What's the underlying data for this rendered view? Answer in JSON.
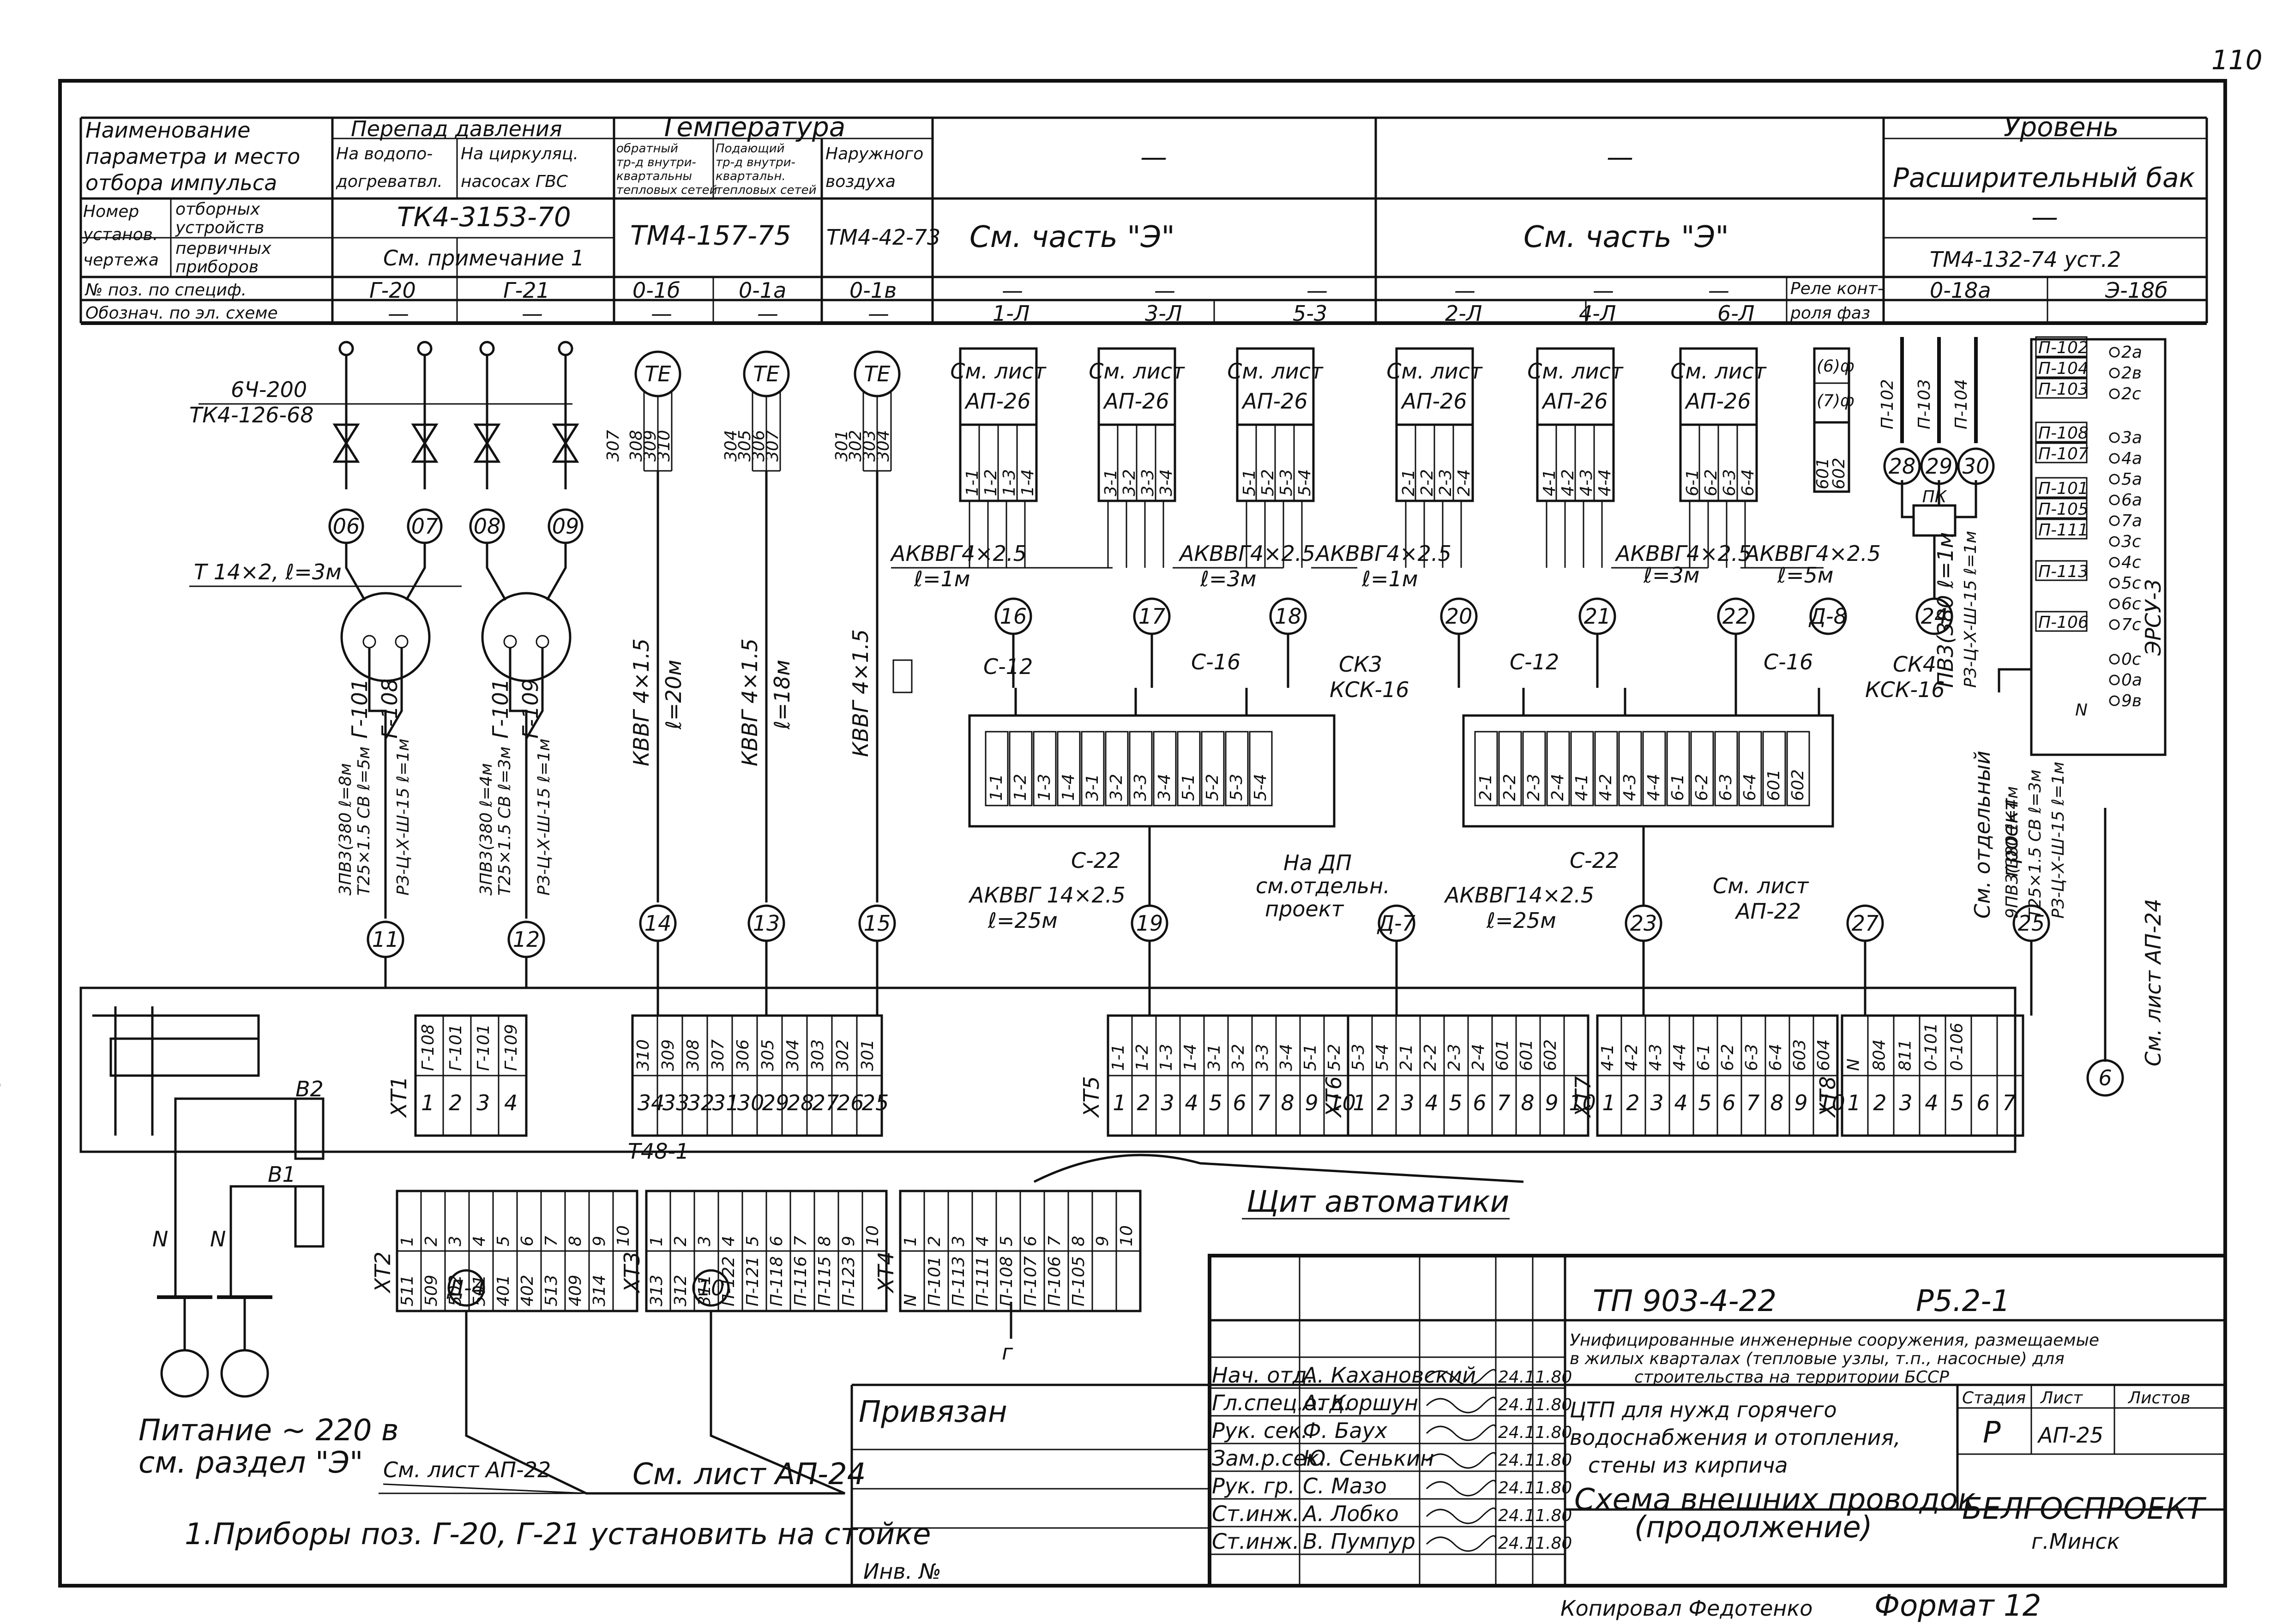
{
  "page_number": "110",
  "header": {
    "param": [
      "Наименование",
      "параметра и место",
      "отбора импульса"
    ],
    "install_drawing": [
      "Номер",
      "установ.",
      "чертежа"
    ],
    "sampling_devices": [
      "отборных",
      "устройств"
    ],
    "primary_devices": [
      "первичных",
      "приборов"
    ],
    "pos_spec": "№ поз. по специф.",
    "el_scheme": "Обознач. по эл. схеме",
    "pressure_drop": "Перепад давления",
    "at_heater": [
      "На водопо-",
      "догреватвл."
    ],
    "at_pumps": [
      "На циркуляц.",
      "насосах ГВС"
    ],
    "temperature": "Температура",
    "return_pipe": [
      "обратный",
      "тр-д внутри-",
      "квартальны",
      "тепловых сетей"
    ],
    "supply_pipe": [
      "Подающий",
      "тр-д внутри-",
      "квартальн.",
      "тепловых сетей"
    ],
    "outdoor": [
      "Наружного",
      "воздуха"
    ],
    "dash": "—",
    "level": "Уровень",
    "exp_tank": "Расширительный бак",
    "tk_3153": "ТК4-3153-70",
    "see_note": "См. примечание 1",
    "tm_157": "ТМ4-157-75",
    "tm_42": "ТМ4-42-73",
    "see_part_e": "См. часть \"Э\"",
    "tm_132": "ТМ4-132-74 уст.2",
    "pos": [
      "Г-20",
      "Г-21",
      "0-1б",
      "0-1а",
      "0-1в",
      "—",
      "—",
      "—",
      "—",
      "—",
      "—"
    ],
    "relay": [
      "Реле конт-",
      "роля фаз"
    ],
    "pos_level": [
      "0-18а",
      "Э-18б"
    ],
    "el": [
      "—",
      "—",
      "—",
      "—",
      "—",
      "1-Л",
      "3-Л",
      "5-3",
      "2-Л",
      "4-Л",
      "6-Л"
    ]
  },
  "diagram": {
    "c6_200": "6Ч-200",
    "tk_126": "ТК4-126-68",
    "t14": "Т 14×2, ℓ=3м",
    "valves": [
      "06",
      "07",
      "08",
      "09"
    ],
    "gauge_left": [
      "Г-101",
      "Г-108"
    ],
    "gauge_right": [
      "Г-101",
      "Г-109"
    ],
    "cable_11": [
      "3ПВ3(380 ℓ=8м",
      "Т25×1.5 СВ ℓ=5м",
      "РЗ-Ц-Х-Ш-15 ℓ=1м"
    ],
    "cable_12": [
      "3ПВ3(380 ℓ=4м",
      "Т25×1.5 СВ ℓ=3м",
      "РЗ-Ц-Х-Ш-15 ℓ=1м"
    ],
    "te": "ТЕ",
    "te_terms": [
      [
        "307",
        "308",
        "309",
        "310"
      ],
      [
        "304",
        "305",
        "306",
        "307"
      ],
      [
        "301",
        "302",
        "303",
        "304"
      ]
    ],
    "kvvg_14": [
      "КВВГ 4×1.5",
      "ℓ=20м"
    ],
    "kvvg_13": [
      "КВВГ 4×1.5",
      "ℓ=18м"
    ],
    "kvvg_15": "КВВГ 4×1.5",
    "see_sheet": "См. лист",
    "ap26": "АП-26",
    "box_terms": [
      [
        "1-1",
        "1-2",
        "1-3",
        "1-4"
      ],
      [
        "3-1",
        "3-2",
        "3-3",
        "3-4"
      ],
      [
        "5-1",
        "5-2",
        "5-3",
        "5-4"
      ],
      [
        "2-1",
        "2-2",
        "2-3",
        "2-4"
      ],
      [
        "4-1",
        "4-2",
        "4-3",
        "4-4"
      ],
      [
        "6-1",
        "6-2",
        "6-3",
        "6-4"
      ]
    ],
    "relay_box": [
      "(6)ф",
      "(7)ф",
      "601",
      "602"
    ],
    "akvvg_1": [
      "АКВВГ4×2.5",
      "ℓ=1м"
    ],
    "akvvg_2": [
      "АКВВГ4×2.5",
      "ℓ=3м"
    ],
    "akvvg_3": [
      "АКВВГ4×2.5",
      "ℓ=1м"
    ],
    "akvvg_4": [
      "АКВВГ4×2.5",
      "ℓ=3м"
    ],
    "akvvg_5": [
      "АКВВГ4×2.5",
      "ℓ=5м"
    ],
    "p_tags": [
      "П-102",
      "П-103",
      "П-104"
    ],
    "pk": "ПК",
    "c12": "С-12",
    "c16": "С-16",
    "c22": "С-22",
    "ck3": [
      "СК3",
      "КСК-16"
    ],
    "ck4": [
      "СК4",
      "КСК-16"
    ],
    "j_left": [
      "1-1",
      "1-2",
      "1-3",
      "1-4",
      "3-1",
      "3-2",
      "3-3",
      "3-4",
      "5-1",
      "5-2",
      "5-3",
      "5-4"
    ],
    "j_right": [
      "2-1",
      "2-2",
      "2-3",
      "2-4",
      "4-1",
      "4-2",
      "4-3",
      "4-4",
      "6-1",
      "6-2",
      "6-3",
      "6-4",
      "601",
      "602"
    ],
    "akvvg_19": [
      "АКВВГ 14×2.5",
      "ℓ=25м"
    ],
    "akvvg_23": [
      "АКВВГ14×2.5",
      "ℓ=25м"
    ],
    "dp_note": [
      "На ДП",
      "см.отдельн.",
      "проект"
    ],
    "see_ap22": [
      "См. лист",
      "АП-22"
    ],
    "see_sep": [
      "См. отдельный",
      "проект"
    ],
    "cable_25": [
      "9ПВ3(380 ℓ=4м",
      "Т25×1.5 СВ ℓ=3м",
      "РЗ-Ц-Х-Ш-15 ℓ=1м"
    ],
    "cable_24": [
      "ПВ3(380 ℓ=1м",
      "РЗ-Ц-Х-Ш-15 ℓ=1м"
    ],
    "see_ap24_v": "См. лист АП-24",
    "ersu": "ЭРСУ-3",
    "ersu_tags": [
      "П-102",
      "П-104",
      "П-103",
      "П-108",
      "П-107",
      "П-101",
      "П-105",
      "П-111",
      "П-113",
      "П-106"
    ],
    "ersu_terms": [
      "2а",
      "2в",
      "2с",
      "3а",
      "4а",
      "5а",
      "6а",
      "7а",
      "3с",
      "4с",
      "5с",
      "6с",
      "7с",
      "0с",
      "0а",
      "9в"
    ],
    "ersu_n": "N",
    "circle_nums": [
      "11",
      "12",
      "14",
      "13",
      "15",
      "16",
      "17",
      "18",
      "20",
      "21",
      "22",
      "Д-8",
      "24",
      "19",
      "Д-7",
      "23",
      "27",
      "25",
      "6",
      "Д-4",
      "10",
      "28",
      "29",
      "30"
    ]
  },
  "panel": {
    "title": "Щит автоматики",
    "xt1": {
      "name": "ХТ1",
      "top": [
        "Г-108",
        "Г-101",
        "Г-101",
        "Г-109"
      ],
      "nums": [
        "1",
        "2",
        "3",
        "4"
      ]
    },
    "t48": {
      "name": "Т48-1",
      "top": [
        "310",
        "309",
        "308",
        "307",
        "306",
        "305",
        "304",
        "303",
        "302",
        "301"
      ],
      "nums": [
        "34",
        "33",
        "32",
        "31",
        "30",
        "29",
        "28",
        "27",
        "26",
        "25"
      ]
    },
    "xt5": {
      "name": "ХТ5",
      "top": [
        "1-1",
        "1-2",
        "1-3",
        "1-4",
        "3-1",
        "3-2",
        "3-3",
        "3-4",
        "5-1",
        "5-2"
      ],
      "nums": [
        "1",
        "2",
        "3",
        "4",
        "5",
        "6",
        "7",
        "8",
        "9",
        "10"
      ]
    },
    "xt6": {
      "name": "ХТ6",
      "top": [
        "5-3",
        "5-4",
        "2-1",
        "2-2",
        "2-3",
        "2-4",
        "601",
        "601",
        "602"
      ],
      "nums": [
        "1",
        "2",
        "3",
        "4",
        "5",
        "6",
        "7",
        "8",
        "9",
        "10"
      ]
    },
    "xt7": {
      "name": "ХТ7",
      "top": [
        "4-1",
        "4-2",
        "4-3",
        "4-4",
        "6-1",
        "6-2",
        "6-3",
        "6-4",
        "603",
        "604"
      ],
      "nums": [
        "1",
        "2",
        "3",
        "4",
        "5",
        "6",
        "7",
        "8",
        "9",
        "10"
      ]
    },
    "xt8": {
      "name": "ХТ8",
      "top": [
        "N",
        "804",
        "811",
        "0-101",
        "0-106"
      ],
      "nums": [
        "1",
        "2",
        "3",
        "4",
        "5",
        "6",
        "7"
      ]
    },
    "xt2": {
      "name": "ХТ2",
      "top": [
        "1",
        "2",
        "3",
        "4",
        "5",
        "6",
        "7",
        "8",
        "9",
        "10"
      ],
      "bot": [
        "511",
        "509",
        "502",
        "501",
        "401",
        "402",
        "513",
        "409",
        "314"
      ]
    },
    "xt3": {
      "name": "ХТ3",
      "top": [
        "1",
        "2",
        "3",
        "4",
        "5",
        "6",
        "7",
        "8",
        "9",
        "10"
      ],
      "bot": [
        "313",
        "312",
        "311",
        "П-122",
        "П-121",
        "П-118",
        "П-116",
        "П-115",
        "П-123"
      ]
    },
    "xt4": {
      "name": "ХТ4",
      "top": [
        "1",
        "2",
        "3",
        "4",
        "5",
        "6",
        "7",
        "8",
        "9",
        "10"
      ],
      "bot": [
        "N",
        "П-101",
        "П-113",
        "П-111",
        "П-108",
        "П-107",
        "П-106",
        "П-105"
      ]
    },
    "b2": "В2",
    "b1": "В1",
    "n": "N",
    "power": [
      "Питание ~ 220 в",
      "см. раздел \"Э\""
    ],
    "see_ap22": "См. лист АП-22",
    "see_ap24": "См. лист АП-24",
    "ground": "г"
  },
  "note": "1.Приборы поз. Г-20, Г-21 установить на стойке",
  "titleblock": {
    "project": "ТП 903-4-22",
    "sheet_code": "Р5.2-1",
    "header": [
      "Унифицированные инженерные сооружения, размещаемые",
      "в жилых кварталах (тепловые узлы, т.п., насосные) для",
      "строительства на территории БССР"
    ],
    "subtitle": [
      "ЦТП для нужд горячего",
      "водоснабжения и отопления,",
      "стены из кирпича"
    ],
    "stage_h": "Стадия",
    "sheet_h": "Лист",
    "sheets_h": "Листов",
    "stage": "Р",
    "sheet": "АП-25",
    "drawing": [
      "Схема внешних проводок",
      "(продолжение)"
    ],
    "org": "БЕЛГОСПРОЕКТ",
    "city": "г.Минск",
    "bound": "Привязан",
    "inv": "Инв. №",
    "copied": "Копировал Федотенко",
    "format": "Формат 12",
    "roles": [
      {
        "role": "Нач. отд.",
        "name": "А. Кахановский",
        "date": "24.11.80"
      },
      {
        "role": "Гл.спец.отд.",
        "name": "А. Коршун",
        "date": "24.11.80"
      },
      {
        "role": "Рук. сек.",
        "name": "Ф. Баух",
        "date": "24.11.80"
      },
      {
        "role": "Зам.р.сек.",
        "name": "Ю. Сенькин",
        "date": "24.11.80"
      },
      {
        "role": "Рук. гр.",
        "name": "С. Мазо",
        "date": "24.11.80"
      },
      {
        "role": "Ст.инж.",
        "name": "А. Лобко",
        "date": "24.11.80"
      },
      {
        "role": "Ст.инж.",
        "name": "В. Пумпур",
        "date": "24.11.80"
      }
    ]
  }
}
